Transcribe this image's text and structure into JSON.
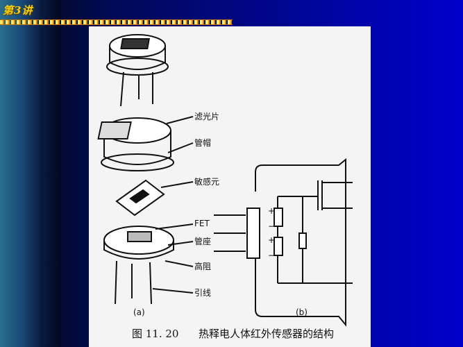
{
  "slide": {
    "header_label": "第3讲",
    "accent_color": "#f4d200",
    "background_color": "#0000cc"
  },
  "figure": {
    "labels": {
      "filter": "滤光片",
      "cap": "管帽",
      "element": "敏感元",
      "fet": "FET",
      "base": "管座",
      "resistor": "高阻",
      "leads": "引线"
    },
    "panel_a_label": "(a)",
    "panel_b_label": "(b)",
    "caption_number": "图 11. 20",
    "caption_title": "热释电人体红外传感器的结构",
    "circuit_symbols": {
      "plus1": "+",
      "minus1": "−",
      "plus2": "+",
      "minus2": "−"
    }
  }
}
